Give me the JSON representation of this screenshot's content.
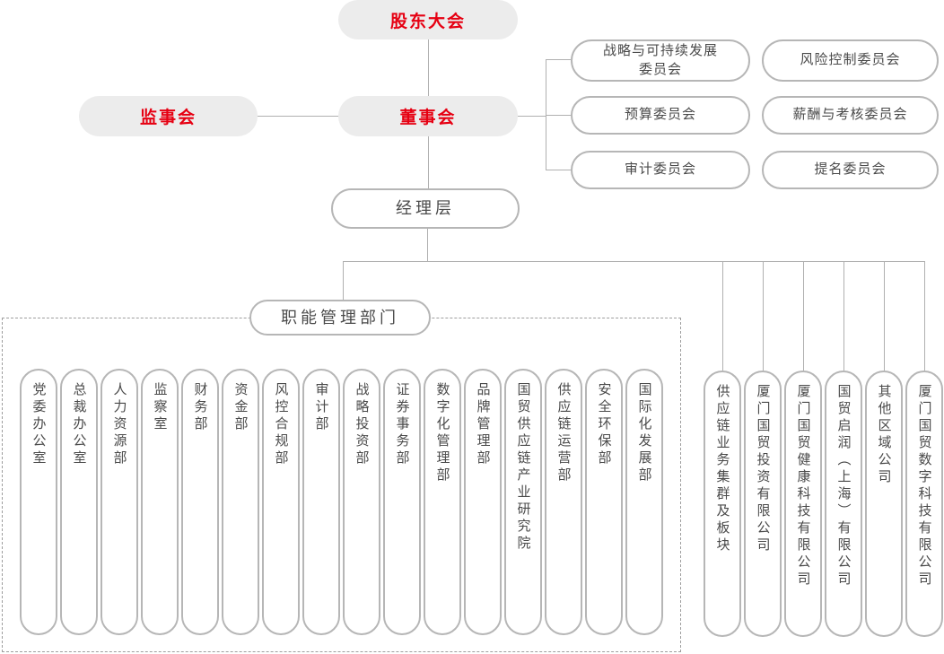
{
  "palette": {
    "accent_red": "#e60012",
    "pill_fill_gray": "#ececec",
    "pill_border_gray": "#b6b6b6",
    "connector_gray": "#b0b0b0",
    "text_dark": "#4a4a4a",
    "dashed_gray": "#9e9e9e"
  },
  "org": {
    "nodes": {
      "shareholders": "股东大会",
      "supervisory": "监事会",
      "board": "董事会",
      "management": "经理层",
      "functional_label": "职能管理部门"
    },
    "committees": {
      "items": [
        {
          "line1": "战略与可持续发展",
          "line2": "委员会"
        },
        {
          "line1": "风险控制委员会",
          "line2": ""
        },
        {
          "line1": "预算委员会",
          "line2": ""
        },
        {
          "line1": "薪酬与考核委员会",
          "line2": ""
        },
        {
          "line1": "审计委员会",
          "line2": ""
        },
        {
          "line1": "提名委员会",
          "line2": ""
        }
      ]
    },
    "functional_departments": {
      "items": [
        "党委办公室",
        "总裁办公室",
        "人力资源部",
        "监察室",
        "财务部",
        "资金部",
        "风控合规部",
        "审计部",
        "战略投资部",
        "证券事务部",
        "数字化管理部",
        "品牌管理部",
        "国贸供应链产业研究院",
        "供应链运营部",
        "安全环保部",
        "国际化发展部"
      ]
    },
    "business_units": {
      "items": [
        "供应链业务集群及板块",
        "厦门国贸投资有限公司",
        "厦门国贸健康科技有限公司",
        "国贸启润（上海）有限公司",
        "其他区域公司",
        "厦门国贸数字科技有限公司"
      ]
    }
  }
}
